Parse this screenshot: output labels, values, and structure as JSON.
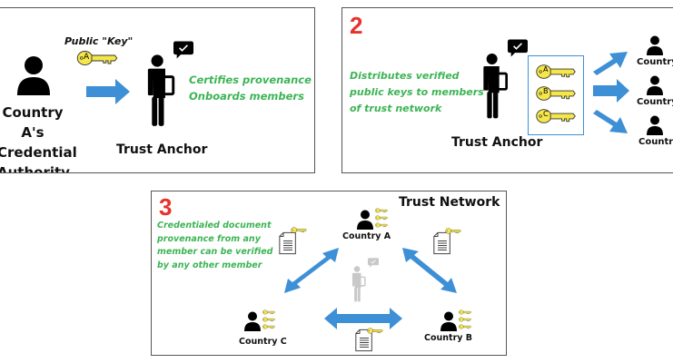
{
  "colors": {
    "arrow_blue": "#3d8fd6",
    "key_yellow": "#f5e64a",
    "green_text": "#3cb454",
    "step_red": "#e8312b",
    "panel_border": "#555555",
    "faded_gray": "#c8c8c8"
  },
  "panel1": {
    "key_caption": "Public \"Key\"",
    "key_letter": "A",
    "authority_label_lines": [
      "Country A's",
      "Credential",
      "Authority"
    ],
    "anchor_label": "Trust Anchor",
    "anchor_roles": [
      "Certifies provenance",
      "Onboards members"
    ],
    "icons": [
      "person-icon",
      "key-icon",
      "arrow-right-icon",
      "trust-anchor-icon",
      "speech-check-icon"
    ]
  },
  "panel2": {
    "step": "2",
    "description_lines": [
      "Distributes verified",
      "public keys to members",
      "of trust network"
    ],
    "anchor_label": "Trust Anchor",
    "keys": [
      "A",
      "B",
      "C"
    ],
    "recipients": [
      "Country",
      "Country",
      "Country"
    ]
  },
  "panel3": {
    "step": "3",
    "title": "Trust Network",
    "description_lines": [
      "Credentialed document",
      "provenance from any",
      "member can be verified",
      "by any other member"
    ],
    "members": [
      {
        "label": "Country A"
      },
      {
        "label": "Country B"
      },
      {
        "label": "Country C"
      }
    ]
  }
}
